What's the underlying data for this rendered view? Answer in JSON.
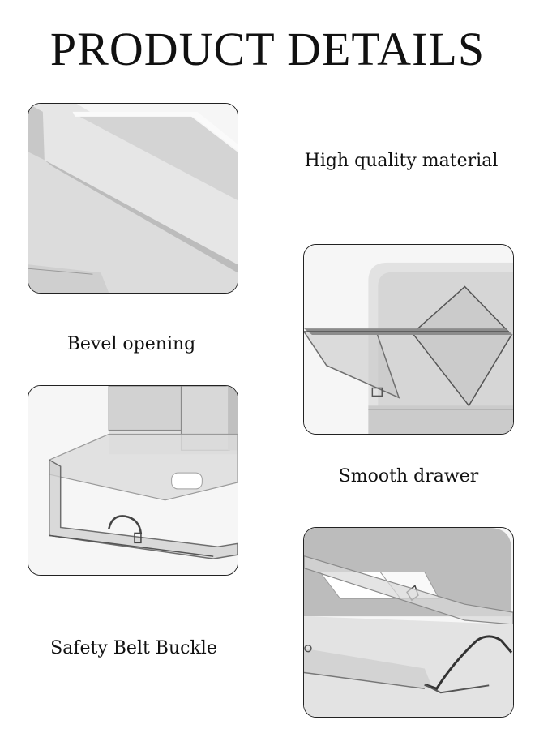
{
  "page": {
    "title": "PRODUCT DETAILS"
  },
  "features": [
    {
      "label": "High quality material",
      "image_icon": "container-corner-closeup"
    },
    {
      "label": "Bevel opening",
      "image_icon": "bevel-edge-closeup"
    },
    {
      "label": "Smooth drawer",
      "image_icon": "drawer-open-closeup"
    },
    {
      "label": "Safety Belt Buckle",
      "image_icon": "buckle-handle-closeup"
    }
  ],
  "colors": {
    "background": "#ffffff",
    "text": "#111111",
    "card_border": "#222222",
    "product_grey": "#d9d9d9"
  }
}
